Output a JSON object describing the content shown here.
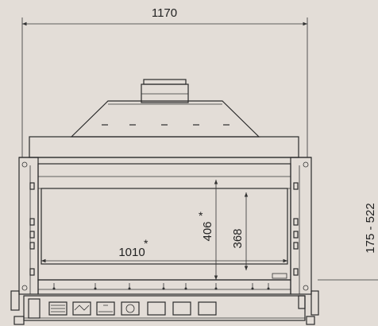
{
  "dimensions": {
    "overall_width": "1170",
    "glass_width": "1010",
    "glass_width_mark": "*",
    "outer_height": "406",
    "outer_height_mark": "*",
    "inner_height": "368",
    "install_range": "175 - 522"
  }
}
